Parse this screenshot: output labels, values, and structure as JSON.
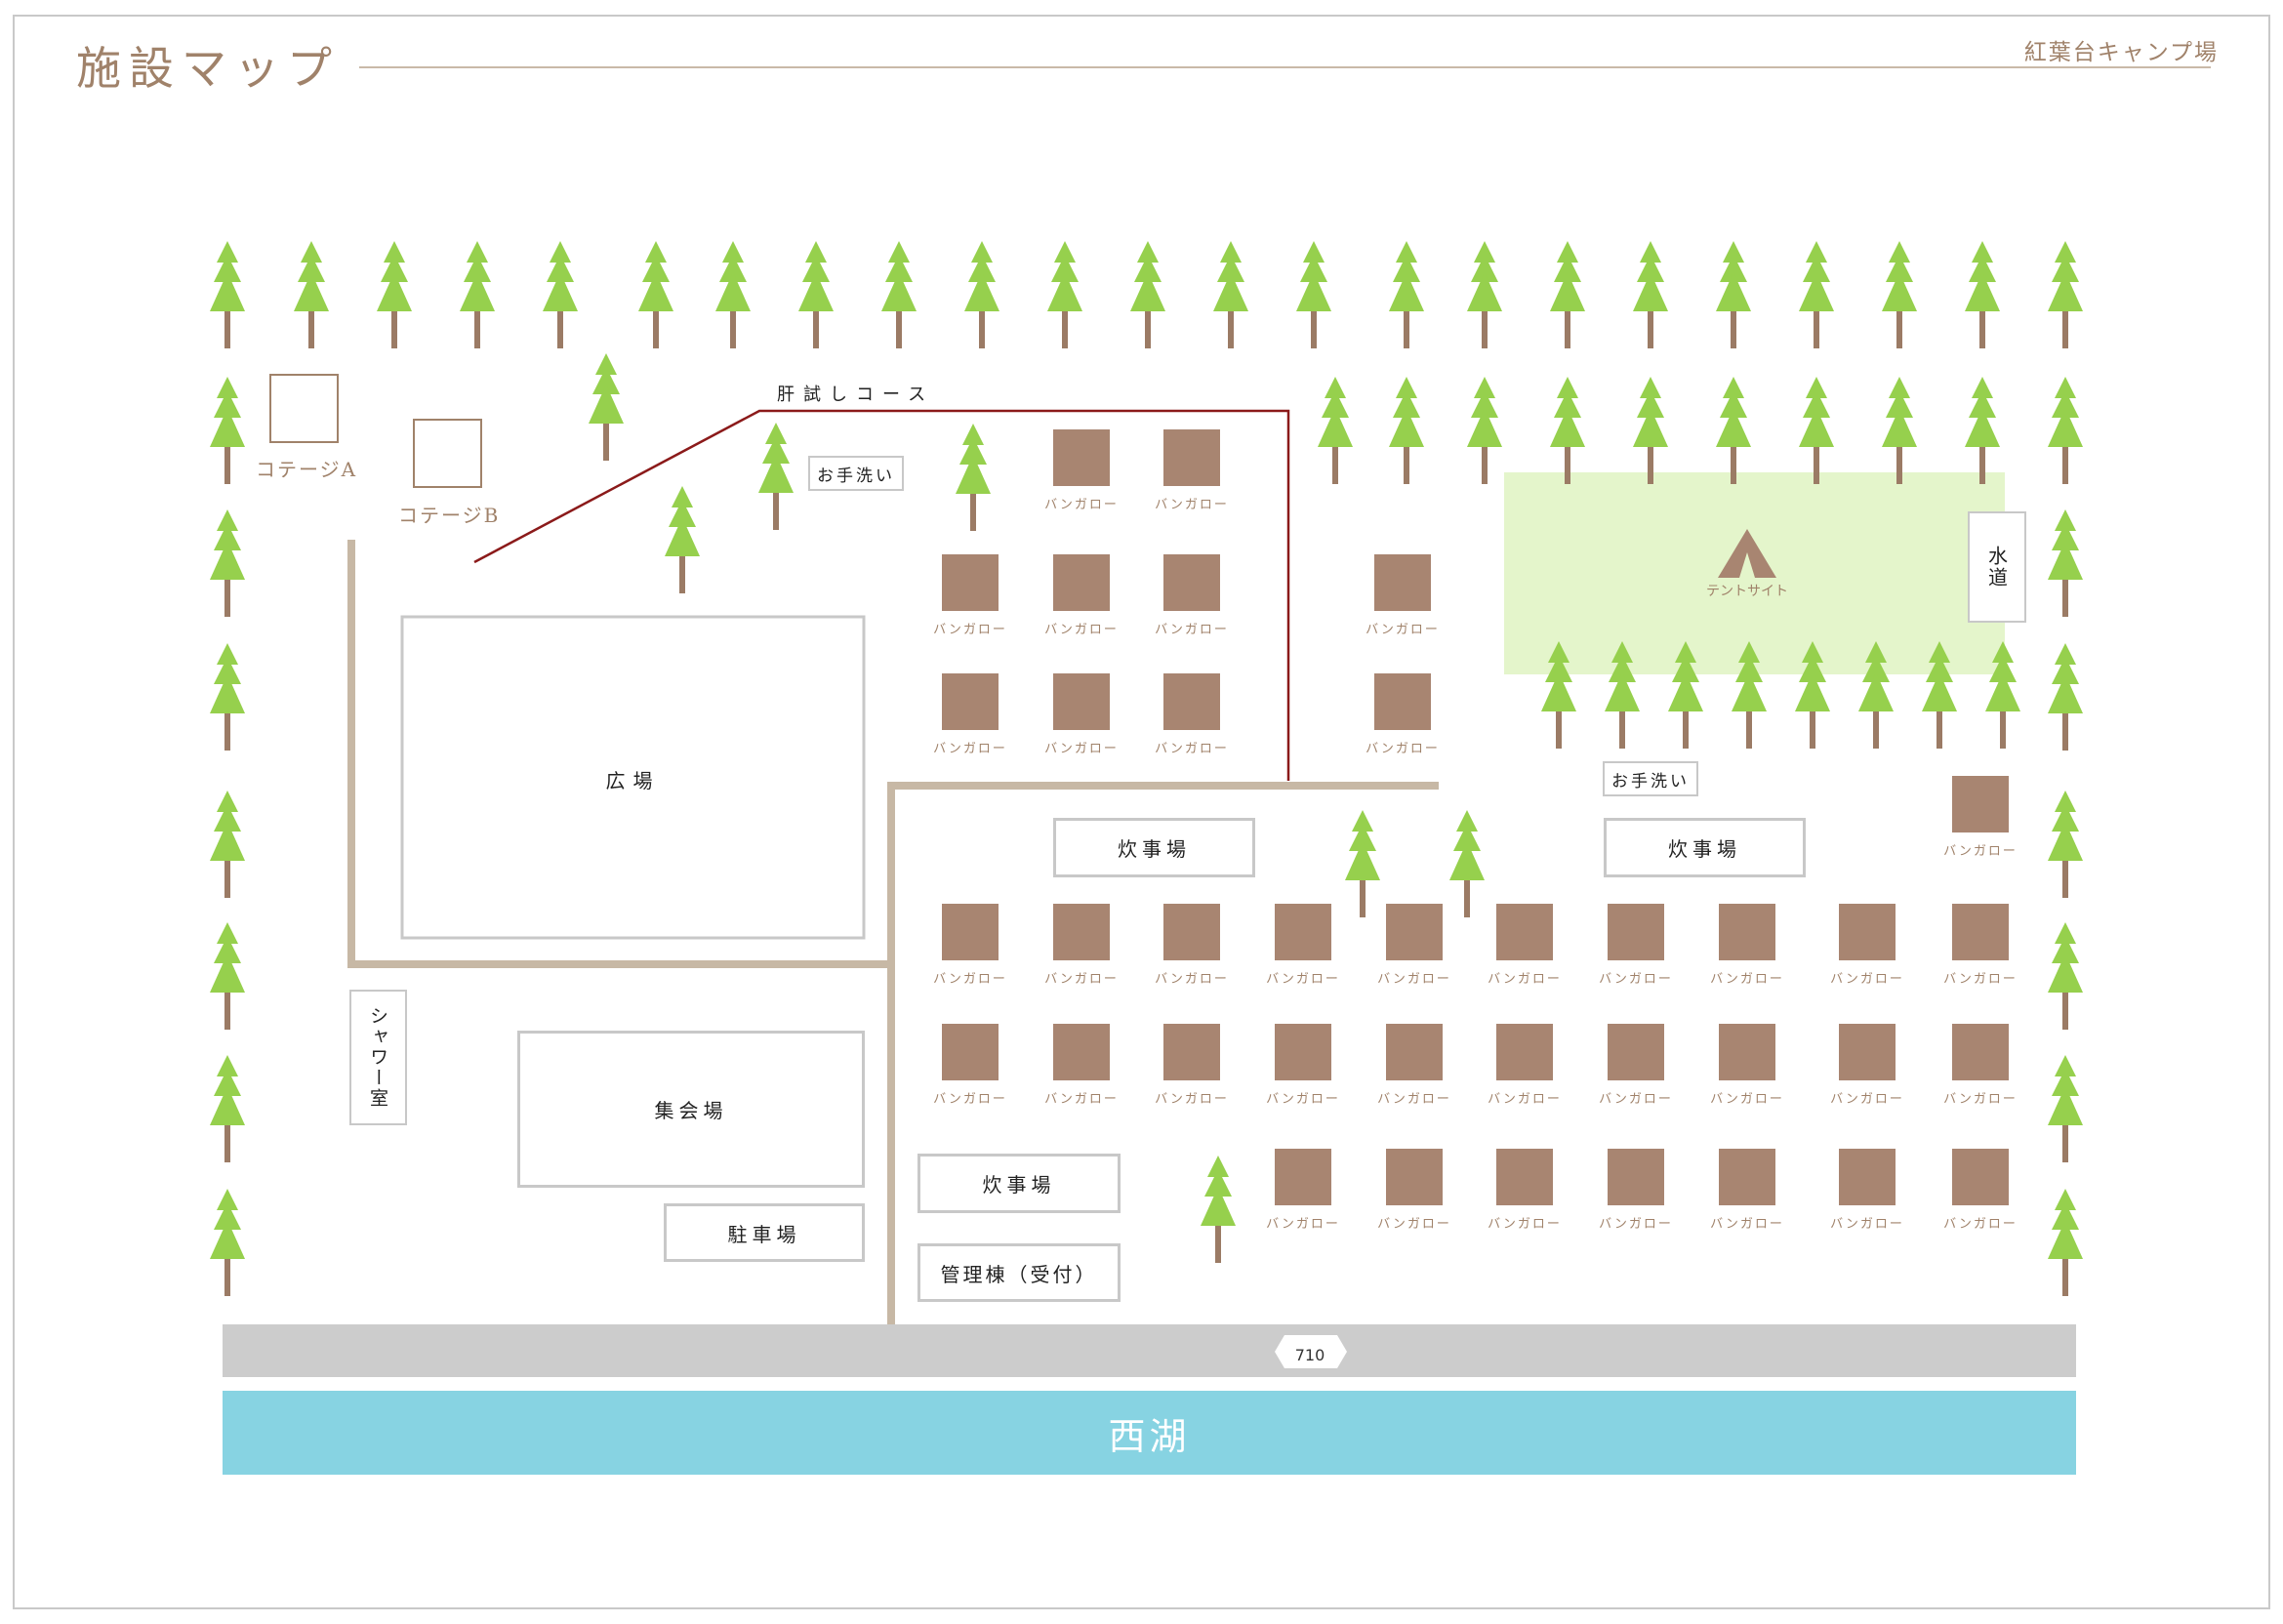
{
  "header": {
    "title": "施設マップ",
    "site_name": "紅葉台キャンプ場"
  },
  "colors": {
    "accent_brown": "#a0826a",
    "bungalow": "#a88571",
    "tree_green": "#96d04d",
    "trunk": "#9b7b65",
    "tent_area": "#e4f5cb",
    "road": "#cccccc",
    "lake": "#87d3e2",
    "path": "#c7b8a5",
    "course_line": "#8b1a1a"
  },
  "labels": {
    "cottage_a": "コテージA",
    "cottage_b": "コテージB",
    "course": "肝試しコース",
    "handwash": "お手洗い",
    "bungalow": "バンガロー",
    "plaza": "広場",
    "tent_site": "テントサイト",
    "water": "水道",
    "kitchen": "炊事場",
    "shower": "シャワー室",
    "hall": "集会場",
    "parking": "駐車場",
    "office": "管理棟（受付）",
    "route": "710",
    "lake": "西湖"
  },
  "icons": {
    "tree": "conifer-tree-icon",
    "tent": "tent-icon",
    "bungalow": "bungalow-square-icon"
  }
}
